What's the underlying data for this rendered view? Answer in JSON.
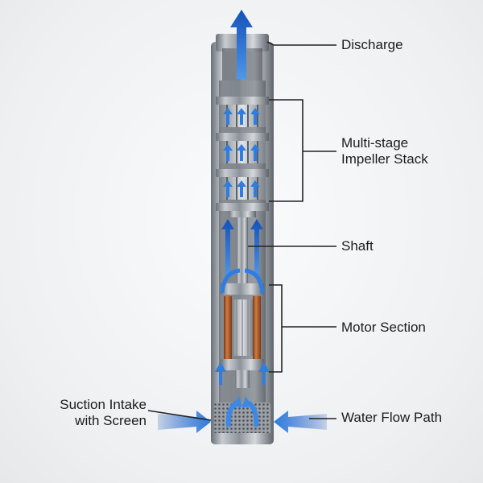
{
  "labels": {
    "discharge": "Discharge",
    "impeller_line1": "Multi-stage",
    "impeller_line2": "Impeller Stack",
    "shaft": "Shaft",
    "motor": "Motor Section",
    "suction_line1": "Suction Intake",
    "suction_line2": "with Screen",
    "water_flow": "Water Flow Path"
  },
  "colors": {
    "flow_arrow": "#1f6fd1",
    "steel_dark": "#5e646b",
    "steel_light": "#c9ced3",
    "copper": "#b8622f",
    "leader": "#222222"
  },
  "icons": {
    "flow": "up-arrow-icon",
    "intake": "inward-arrow-icon"
  }
}
